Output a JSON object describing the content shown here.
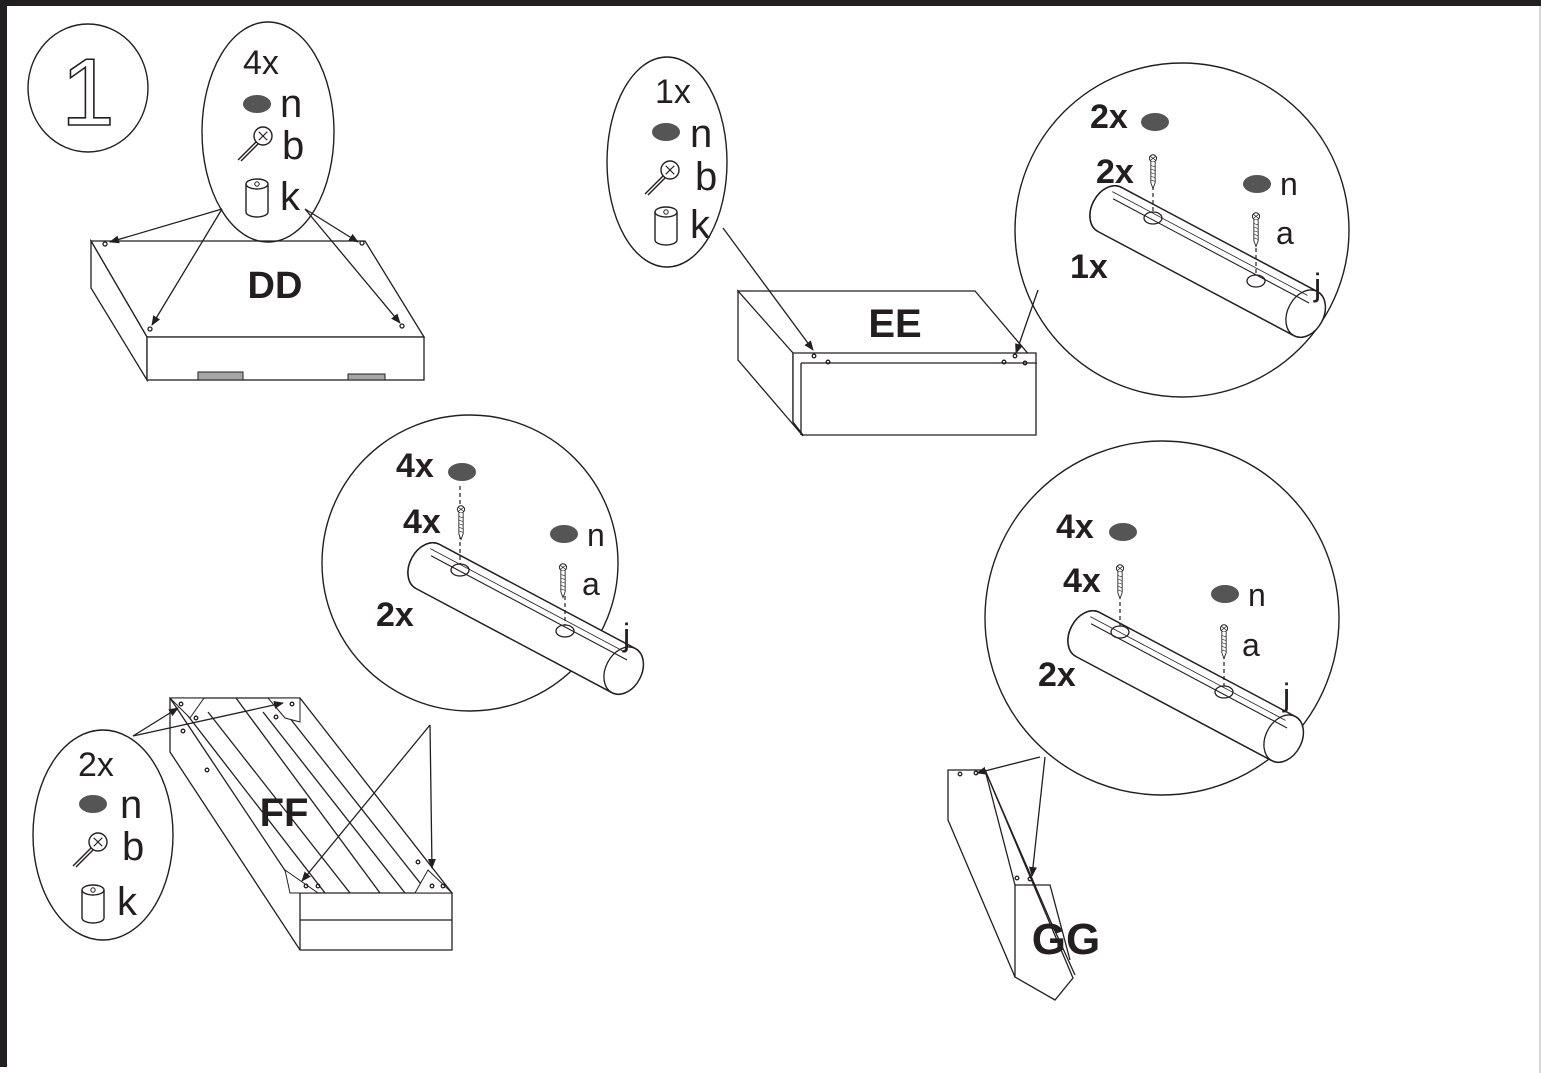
{
  "step": {
    "number": "1"
  },
  "parts": {
    "screw_a": "a",
    "dowel_b": "b",
    "cam_k": "k",
    "cap_n": "n",
    "handle_j": "j"
  },
  "panels": {
    "dd": "DD",
    "ee": "EE",
    "ff": "FF",
    "gg": "GG"
  },
  "callouts": {
    "dd_qty": "4x",
    "ee_qty": "1x",
    "ff_qty": "2x",
    "ee_detail": {
      "cap_qty": "2x",
      "screw_qty": "2x",
      "handle_qty": "1x"
    },
    "ff_detail": {
      "cap_qty": "4x",
      "screw_qty": "4x",
      "handle_qty": "2x"
    },
    "gg_detail": {
      "cap_qty": "4x",
      "screw_qty": "4x",
      "handle_qty": "2x"
    }
  },
  "colors": {
    "line": "#231f20",
    "cap_fill": "#555555",
    "slot_fill": "#a6a6a6"
  },
  "icons": [
    "cap-icon",
    "dowel-icon",
    "cam-icon",
    "screw-icon",
    "handle-icon"
  ]
}
